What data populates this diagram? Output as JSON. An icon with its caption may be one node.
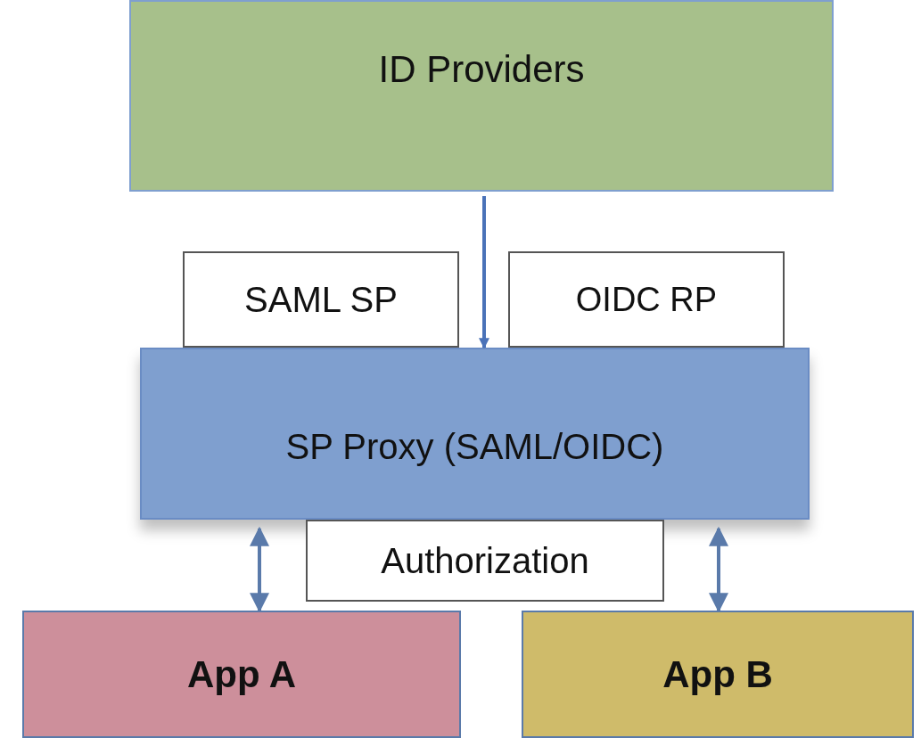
{
  "diagram": {
    "nodes": [
      {
        "text": [
          "ID Providers"
        ]
      },
      {
        "text": [
          "SP Proxy (SAML/OIDC)"
        ]
      },
      {
        "text": [
          "SAML SP"
        ]
      },
      {
        "text": [
          "OIDC RP"
        ]
      },
      {
        "text": [
          "Authorization"
        ]
      },
      {
        "text": [
          "App A"
        ]
      },
      {
        "text": [
          "App B"
        ]
      }
    ],
    "edges": [
      {
        "from": 0,
        "to": 1,
        "arrow": "to",
        "color": "#4a72b8"
      },
      {
        "from": 5,
        "to": 1,
        "arrow": "both"
      },
      {
        "from": 6,
        "to": 1,
        "arrow": "both"
      }
    ]
  }
}
